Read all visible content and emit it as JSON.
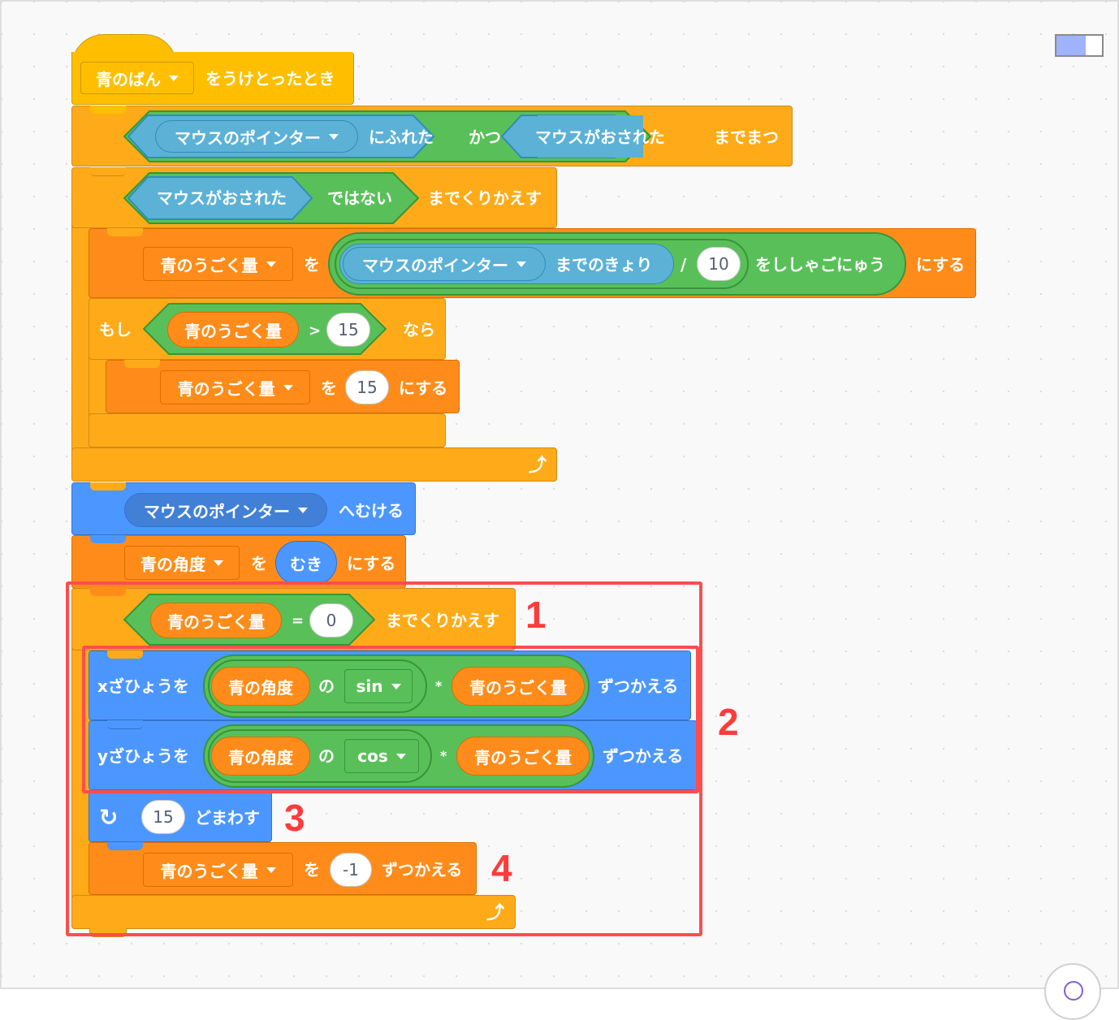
{
  "hat": {
    "message": "青のばん",
    "suffix": "をうけとったとき"
  },
  "wait_until": {
    "touching_target": "マウスのポインター",
    "touching_label": "にふれた",
    "and_label": "かつ",
    "mouse_down": "マウスがおされた",
    "suffix": "までまつ"
  },
  "repeat_until": {
    "mouse_down": "マウスがおされた",
    "not_label": "ではない",
    "suffix": "までくりかえす"
  },
  "set_speed": {
    "variable": "青のうごく量",
    "to_label": "を",
    "target": "マウスのポインター",
    "distance_label": "までのきょり",
    "divide": "/",
    "divisor": "10",
    "round_label": "をししゃごにゅう",
    "suffix": "にする"
  },
  "if_block": {
    "if_label": "もし",
    "variable": "青のうごく量",
    "compare": ">",
    "value": "15",
    "then_label": "なら"
  },
  "set_cap": {
    "variable": "青のうごく量",
    "to_label": "を",
    "value": "15",
    "suffix": "にする"
  },
  "point_towards": {
    "target": "マウスのポインター",
    "suffix": "へむける"
  },
  "set_angle": {
    "variable": "青の角度",
    "to_label": "を",
    "reporter": "むき",
    "suffix": "にする"
  },
  "repeat_until_zero": {
    "variable": "青のうごく量",
    "equals": "=",
    "value": "0",
    "suffix": "までくりかえす"
  },
  "change_x": {
    "prefix": "xざひょうを",
    "angle_var": "青の角度",
    "of_label": "の",
    "func": "sin",
    "multiply": "*",
    "speed_var": "青のうごく量",
    "suffix": "ずつかえる"
  },
  "change_y": {
    "prefix": "yざひょうを",
    "angle_var": "青の角度",
    "of_label": "の",
    "func": "cos",
    "multiply": "*",
    "speed_var": "青のうごく量",
    "suffix": "ずつかえる"
  },
  "turn": {
    "value": "15",
    "suffix": "どまわす"
  },
  "change_speed": {
    "variable": "青のうごく量",
    "to_label": "を",
    "value": "-1",
    "suffix": "ずつかえる"
  },
  "annotations": {
    "label_1": "1",
    "label_2": "2",
    "label_3": "3",
    "label_4": "4",
    "color": "#ff3b3b"
  },
  "colors": {
    "events": "#ffbf00",
    "control": "#ffab19",
    "variables": "#ff8c1a",
    "operators": "#59c059",
    "sensing": "#5cb1d6",
    "motion": "#4c97ff"
  }
}
